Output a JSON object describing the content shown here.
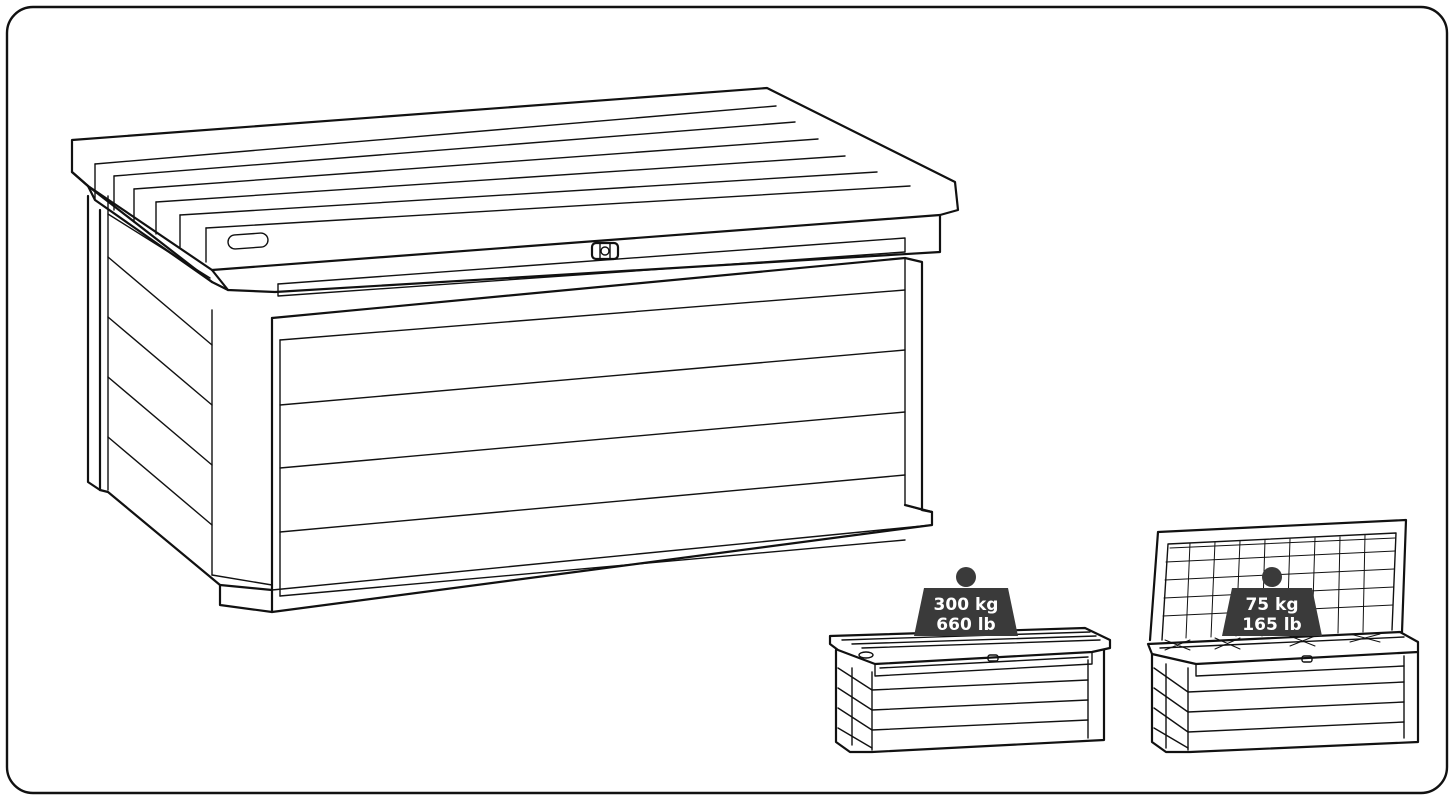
{
  "colors": {
    "line": "#111111",
    "background": "#ffffff",
    "weight_badge": "#3a3a3a",
    "weight_text": "#ffffff"
  },
  "load_ratings": {
    "closed_lid": {
      "metric": "300 kg",
      "imperial": "660 lb"
    },
    "open_lid": {
      "metric": "75 kg",
      "imperial": "165 lb"
    }
  }
}
